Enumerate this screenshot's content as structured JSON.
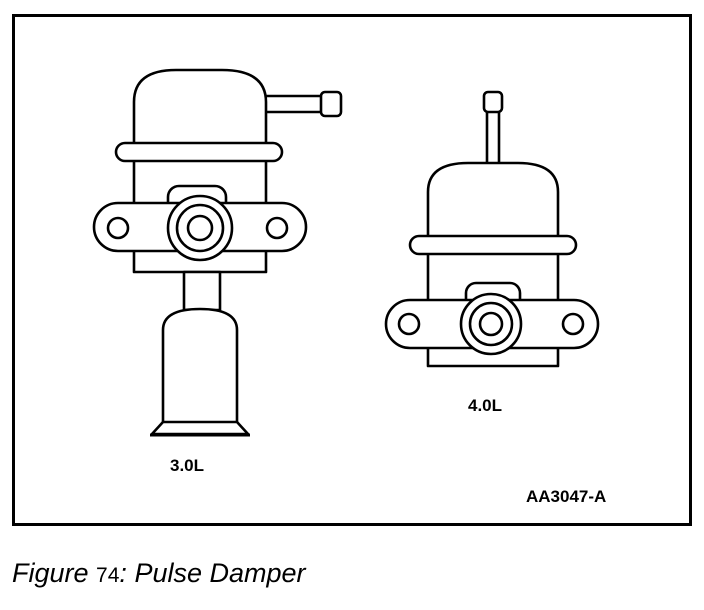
{
  "labels": {
    "engine_a": "3.0L",
    "engine_b": "4.0L",
    "part_number": "AA3047-A"
  },
  "caption": {
    "prefix": "Figure",
    "number": "74",
    "separator": ":",
    "title": "Pulse Damper"
  }
}
